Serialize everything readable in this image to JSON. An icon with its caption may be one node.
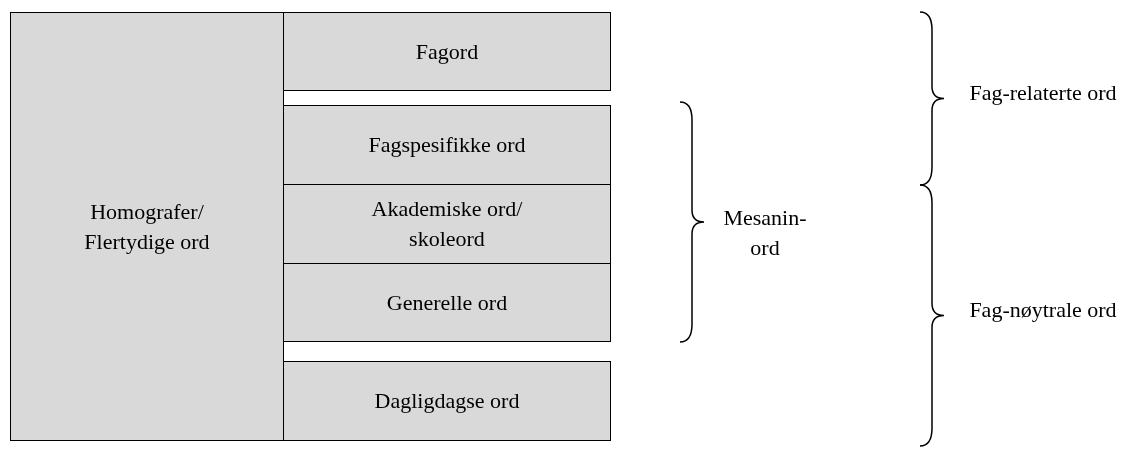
{
  "diagram": {
    "nodes": [
      {
        "text": [
          "Homografer/ Flertydige ord"
        ]
      },
      {
        "text": [
          "Fagord"
        ]
      },
      {
        "text": [
          "Fagspesifikke ord"
        ]
      },
      {
        "text": [
          "Akademiske ord/ skoleord"
        ]
      },
      {
        "text": [
          "Generelle ord"
        ]
      },
      {
        "text": [
          "Dagligdagse ord"
        ]
      }
    ],
    "labels": [
      "Fag-relaterte ord",
      "Mesanin- ord",
      "Fag-nøytrale ord"
    ]
  }
}
